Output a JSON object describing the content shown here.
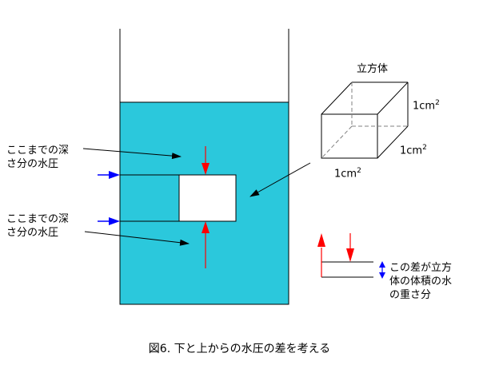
{
  "colors": {
    "water": "#2bc8dc",
    "arrow_red": "#ff0000",
    "arrow_blue": "#0000ff",
    "line": "#000000",
    "dash": "#808080"
  },
  "labels": {
    "depth_upper_line1": "ここまでの深",
    "depth_upper_line2": "さ分の水圧",
    "depth_lower_line1": "ここまでの深",
    "depth_lower_line2": "さ分の水圧",
    "cube_title": "立方体",
    "cm2_right": "1cm",
    "cm2_side": "1cm",
    "cm2_bottom": "1cm",
    "sup": "2",
    "difference_line1": "この差が立方",
    "difference_line2": "体の体積の水",
    "difference_line3": "の重さ分"
  },
  "caption": "図6. 下と上からの水圧の差を考える"
}
